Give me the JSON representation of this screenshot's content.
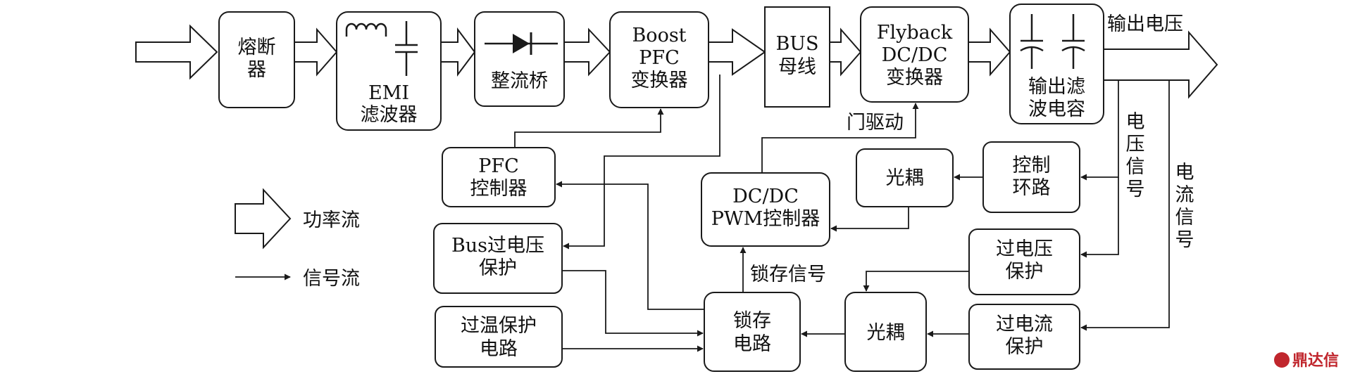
{
  "blocks": {
    "fuse": [
      "熔断",
      "器"
    ],
    "emi": [
      "EMI",
      "滤波器"
    ],
    "rectifier": [
      "整流桥"
    ],
    "boost_pfc": [
      "Boost",
      "PFC",
      "变换器"
    ],
    "bus": [
      "BUS",
      "母线"
    ],
    "flyback": [
      "Flyback",
      "DC/DC",
      "变换器"
    ],
    "output_cap": [
      "输出滤",
      "波电容"
    ],
    "pfc_ctrl": [
      "PFC",
      "控制器"
    ],
    "pwm_ctrl": [
      "DC/DC",
      "PWM控制器"
    ],
    "optocoupler_top": [
      "光耦"
    ],
    "control_loop": [
      "控制",
      "环路"
    ],
    "bus_ovp": [
      "Bus过电压",
      "保护"
    ],
    "ovp": [
      "过电压",
      "保护"
    ],
    "otp": [
      "过温保护",
      "电路"
    ],
    "latch": [
      "锁存",
      "电路"
    ],
    "optocoupler_bottom": [
      "光耦"
    ],
    "ocp": [
      "过电流",
      "保护"
    ]
  },
  "labels": {
    "output_voltage": "输出电压",
    "gate_drive": "门驱动",
    "voltage_signal": [
      "电",
      "压",
      "信",
      "号"
    ],
    "current_signal": [
      "电",
      "流",
      "信",
      "号"
    ],
    "latch_signal": "锁存信号"
  },
  "legend": {
    "power_flow": "功率流",
    "signal_flow": "信号流"
  },
  "watermark": "鼎达信",
  "colors": {
    "line": "#1a1a1a",
    "watermark": "#c0262d"
  }
}
